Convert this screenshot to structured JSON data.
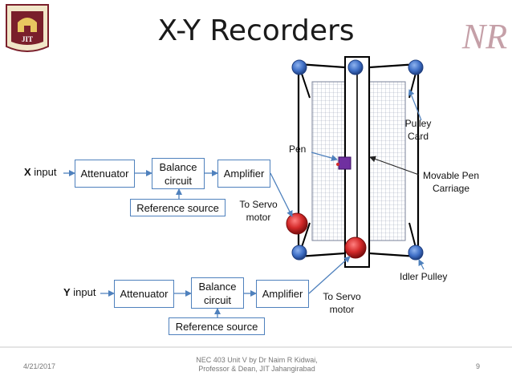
{
  "title": "X-Y Recorders",
  "x_channel": {
    "input_bold": "X",
    "input_rest": " input",
    "attenuator": "Attenuator",
    "balance_line1": "Balance",
    "balance_line2": "circuit",
    "amplifier": "Amplifier",
    "reference": "Reference source",
    "servo_line1": "To Servo",
    "servo_line2": "motor"
  },
  "y_channel": {
    "input_bold": "Y",
    "input_rest": " input",
    "attenuator": "Attenuator",
    "balance_line1": "Balance",
    "balance_line2": "circuit",
    "amplifier": "Amplifier",
    "reference": "Reference source",
    "servo_line1": "To Servo",
    "servo_line2": "motor"
  },
  "recorder_labels": {
    "pen": "Pen",
    "pulley_line1": "Pulley",
    "pulley_line2": "Card",
    "carriage_line1": "Movable Pen",
    "carriage_line2": "Carriage",
    "idler": "Idler  Pulley"
  },
  "footer": {
    "date": "4/21/2017",
    "credit_line1": "NEC 403 Unit V  by Dr Naim R Kidwai,",
    "credit_line2": "Professor & Dean, JIT Jahangirabad",
    "page": "9"
  },
  "colors": {
    "box_border": "#4f81bd",
    "arrow": "#4f81bd",
    "pulley_blue": "#3f6fc6",
    "servo_red": "#d42a2a",
    "pen_purple": "#7030a0",
    "logo_maroon": "#7a1f2b",
    "grid": "#9aa3b8"
  },
  "logo": {
    "left_text": "JIT",
    "right_text": "NR"
  }
}
